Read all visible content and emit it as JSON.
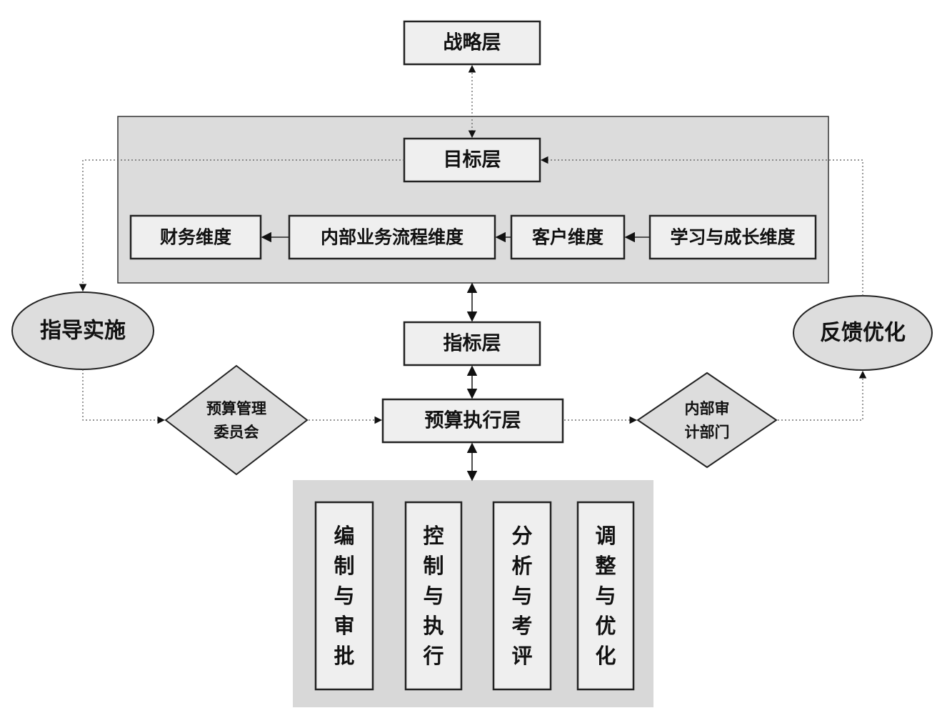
{
  "layers": {
    "strategy": "战略层",
    "target": "目标层",
    "indicator": "指标层",
    "execution": "预算执行层"
  },
  "dimensions": {
    "financial": "财务维度",
    "internal_process": "内部业务流程维度",
    "customer": "客户维度",
    "learning_growth": "学习与成长维度"
  },
  "ellipses": {
    "guide": "指导实施",
    "feedback": "反馈优化"
  },
  "diamonds": {
    "committee": [
      "预算管理",
      "委员会"
    ],
    "audit": [
      "内部审",
      "计部门"
    ]
  },
  "stages": [
    [
      "编",
      "制",
      "与",
      "审",
      "批"
    ],
    [
      "控",
      "制",
      "与",
      "执",
      "行"
    ],
    [
      "分",
      "析",
      "与",
      "考",
      "评"
    ],
    [
      "调",
      "整",
      "与",
      "优",
      "化"
    ]
  ]
}
